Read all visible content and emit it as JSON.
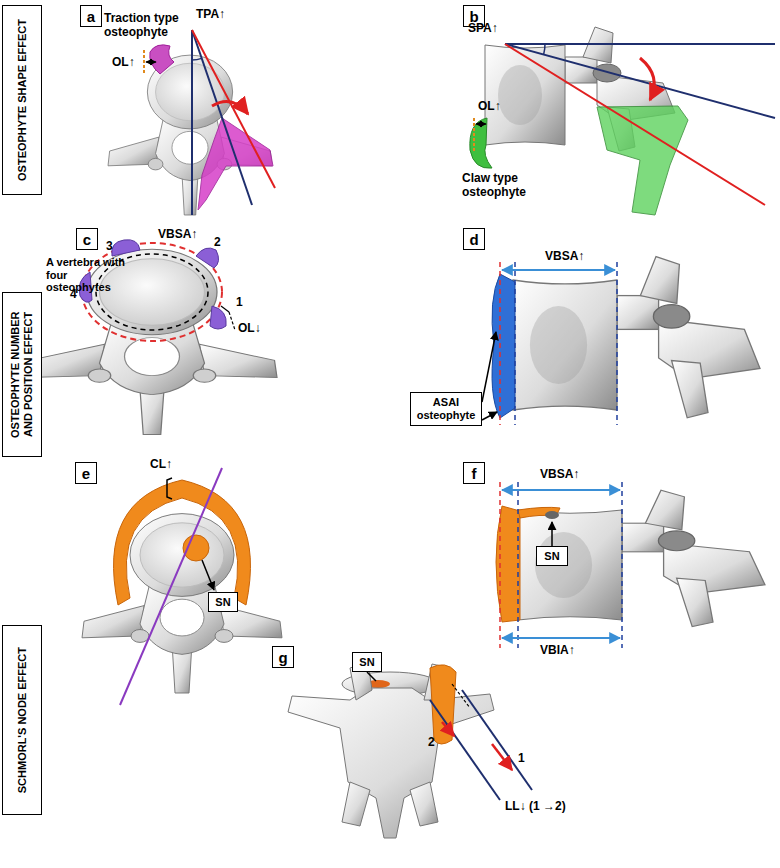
{
  "diagram": {
    "nodes": [
      {
        "text": [
          "OSTEOPHYTE SHAPE EFFECT"
        ]
      },
      {
        "text": [
          "a"
        ]
      },
      {
        "text": [
          "b"
        ]
      },
      {
        "text": [
          "OSTEOPHYTE NUMBER AND POSITION EFFECT"
        ]
      },
      {
        "text": [
          "c"
        ]
      },
      {
        "text": [
          "d"
        ]
      },
      {
        "text": [
          "ASAI osteophyte"
        ]
      },
      {
        "text": [
          "SCHMORL'S NODE EFFECT"
        ]
      },
      {
        "text": [
          "e"
        ]
      },
      {
        "text": [
          "SN"
        ]
      },
      {
        "text": [
          "f"
        ]
      },
      {
        "text": [
          "SN"
        ]
      },
      {
        "text": [
          "g"
        ]
      },
      {
        "text": [
          "SN"
        ]
      }
    ],
    "labels": [
      "Traction type osteophyte",
      "TPA↑",
      "OL↑",
      "SPA↑",
      "OL↑",
      "Claw type osteophyte",
      "A vertebra with four osteophytes",
      "VBSA↑",
      "3",
      "2",
      "4",
      "1",
      "OL↓",
      "VBSA↑",
      "CL↑",
      "VBSA↑",
      "VBIA↑",
      "2",
      "1",
      "LL↓ (1 →2)"
    ]
  }
}
